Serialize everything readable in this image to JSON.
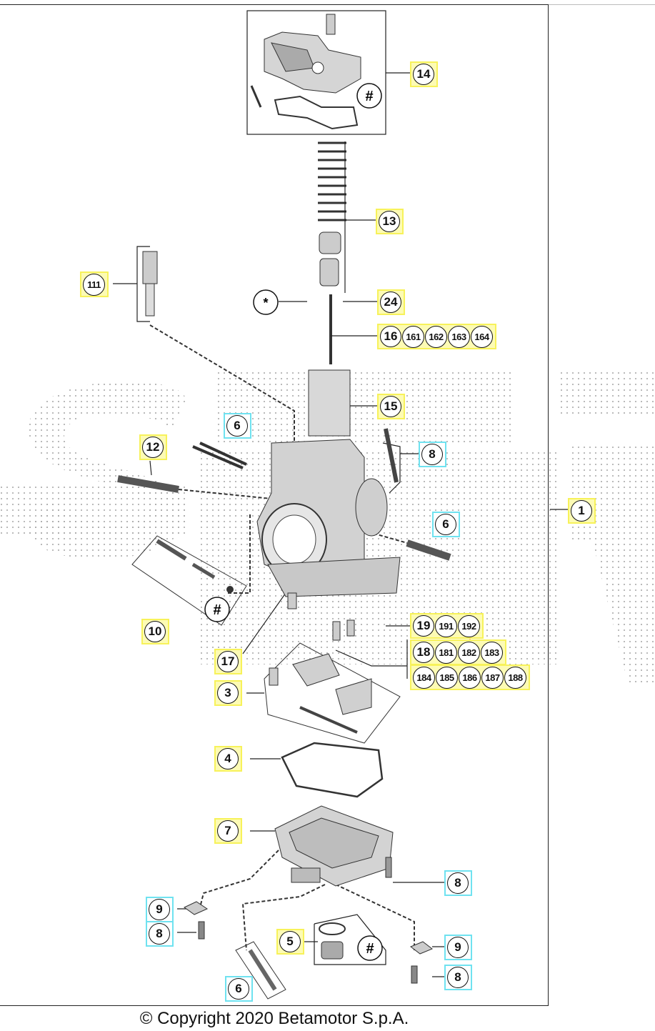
{
  "diagram": {
    "callouts": {
      "c14": [
        "14"
      ],
      "c13": [
        "13"
      ],
      "c111": [
        "111"
      ],
      "c24": [
        "24"
      ],
      "c16": [
        "16",
        "161",
        "162",
        "163",
        "164"
      ],
      "c15": [
        "15"
      ],
      "c6a": [
        "6"
      ],
      "c12": [
        "12"
      ],
      "c8a": [
        "8"
      ],
      "c1": [
        "1"
      ],
      "c6b": [
        "6"
      ],
      "c10": [
        "10"
      ],
      "c19": [
        "19",
        "191",
        "192"
      ],
      "c18": [
        "18",
        "181",
        "182",
        "183"
      ],
      "c184": [
        "184",
        "185",
        "186",
        "187",
        "188"
      ],
      "c17": [
        "17"
      ],
      "c3": [
        "3"
      ],
      "c4": [
        "4"
      ],
      "c7": [
        "7"
      ],
      "c8b": [
        "8"
      ],
      "c9a": [
        "9"
      ],
      "c8c": [
        "8"
      ],
      "c5": [
        "5"
      ],
      "c9b": [
        "9"
      ],
      "c8d": [
        "8"
      ],
      "c6c": [
        "6"
      ]
    },
    "hash_symbol": "#",
    "star_symbol": "*"
  },
  "footer": {
    "copyright": "© Copyright 2020 Betamotor S.p.A."
  }
}
